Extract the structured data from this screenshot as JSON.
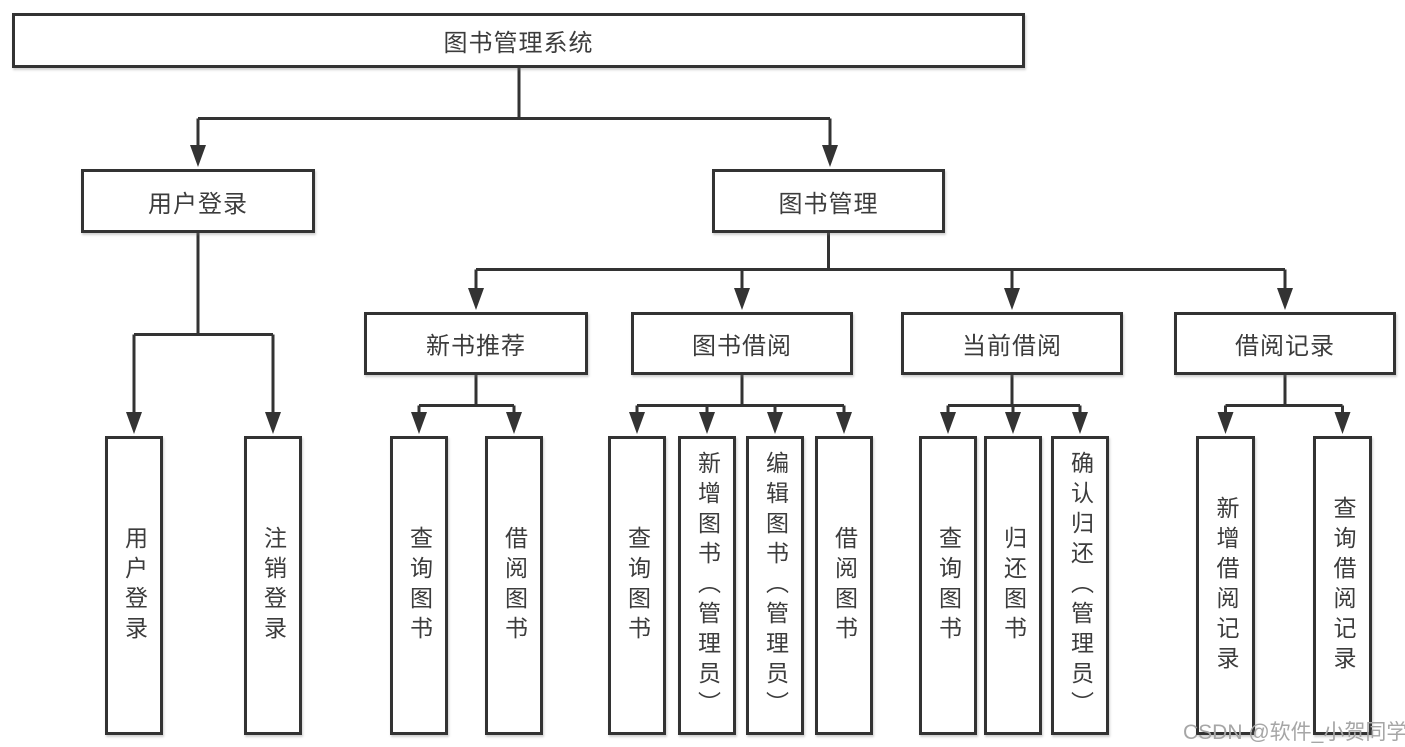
{
  "diagram": {
    "root": {
      "label": "图书管理系统"
    },
    "level2": {
      "user_login": {
        "label": "用户登录"
      },
      "book_management": {
        "label": "图书管理"
      }
    },
    "level3": {
      "new_book_recommend": {
        "label": "新书推荐"
      },
      "book_borrow": {
        "label": "图书借阅"
      },
      "current_borrow": {
        "label": "当前借阅"
      },
      "borrow_records": {
        "label": "借阅记录"
      }
    },
    "leaves": {
      "user_login_leaf": "用户登录",
      "logout": "注销登录",
      "nb_query_books": "查询图书",
      "nb_borrow_books": "借阅图书",
      "bb_query_books": "查询图书",
      "bb_add_books_admin": "新增图书（管理员）",
      "bb_edit_books_admin": "编辑图书（管理员）",
      "bb_borrow_books": "借阅图书",
      "cb_query_books": "查询图书",
      "cb_return_books": "归还图书",
      "cb_confirm_return_admin": "确认归还（管理员）",
      "br_add_record": "新增借阅记录",
      "br_query_record": "查询借阅记录"
    }
  },
  "watermark": {
    "text": "CSDN @软件_小贺同学"
  },
  "colors": {
    "line": "#333333",
    "box_border": "#333333",
    "text": "#3c3c3c",
    "watermark": "#a6a6a6",
    "background": "#ffffff"
  }
}
